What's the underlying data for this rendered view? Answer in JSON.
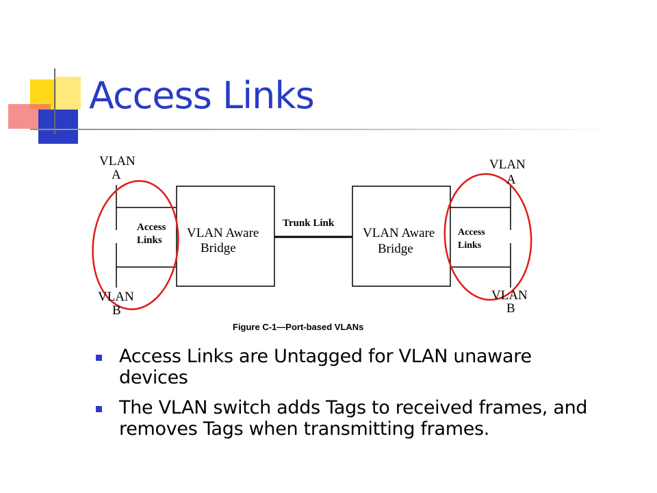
{
  "slide": {
    "title": "Access Links",
    "accent_color": "#2a3cc4"
  },
  "diagram": {
    "left_vlan_a": [
      "VLAN",
      "A"
    ],
    "left_vlan_b": [
      "VLAN",
      "B"
    ],
    "right_vlan_a": [
      "VLAN",
      "A"
    ],
    "right_vlan_b": [
      "VLAN",
      "B"
    ],
    "left_access_links": [
      "Access",
      "Links"
    ],
    "right_access_links": [
      "Access",
      "Links"
    ],
    "left_bridge": [
      "VLAN Aware",
      "Bridge"
    ],
    "right_bridge": [
      "VLAN Aware",
      "Bridge"
    ],
    "trunk_link": "Trunk Link",
    "caption": "Figure C-1—Port-based VLANs",
    "highlight_color": "#e01b1b"
  },
  "bullets": [
    {
      "text": "Access Links are Untagged for VLAN unaware devices"
    },
    {
      "text": "The VLAN switch adds Tags to received frames, and removes Tags when transmitting frames."
    }
  ]
}
